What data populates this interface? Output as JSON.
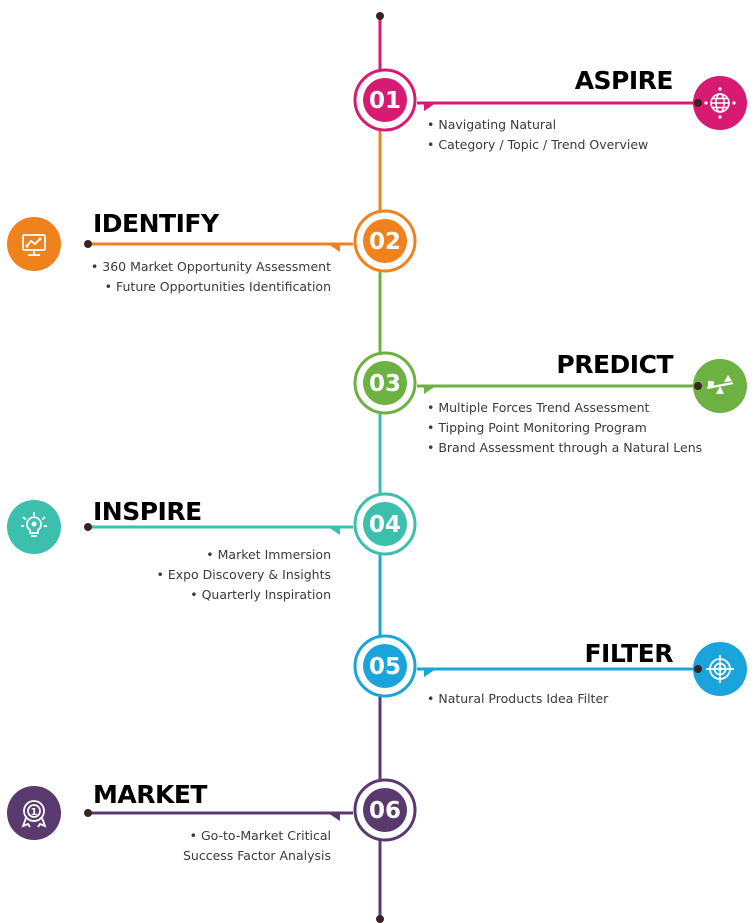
{
  "steps": [
    {
      "number": "01",
      "title": "ASPIRE",
      "color": "#d81b72",
      "icon": "globe-icon",
      "bullets": [
        "• Navigating Natural",
        "• Category / Topic / Trend Overview"
      ]
    },
    {
      "number": "02",
      "title": "IDENTIFY",
      "color": "#f0821e",
      "icon": "monitor-chart-icon",
      "bullets": [
        "• 360 Market Opportunity Assessment",
        "• Future Opportunities Identification"
      ]
    },
    {
      "number": "03",
      "title": "PREDICT",
      "color": "#6cb142",
      "icon": "seesaw-balance-icon",
      "bullets": [
        "• Multiple Forces Trend Assessment",
        "• Tipping Point Monitoring Program",
        "• Brand Assessment through a Natural Lens"
      ]
    },
    {
      "number": "04",
      "title": "INSPIRE",
      "color": "#3dbfae",
      "icon": "lightbulb-icon",
      "bullets": [
        "• Market Immersion",
        "• Expo Discovery & Insights",
        "• Quarterly Inspiration"
      ]
    },
    {
      "number": "05",
      "title": "FILTER",
      "color": "#1ba4dc",
      "icon": "target-icon",
      "bullets": [
        "• Natural Products Idea Filter"
      ]
    },
    {
      "number": "06",
      "title": "MARKET",
      "color": "#5a3a6e",
      "icon": "award-medal-icon",
      "bullets": [
        "• Go-to-Market Critical",
        "Success Factor Analysis"
      ]
    }
  ],
  "end_line_color": "#5a3a6e",
  "dot_color": "#3a2323"
}
